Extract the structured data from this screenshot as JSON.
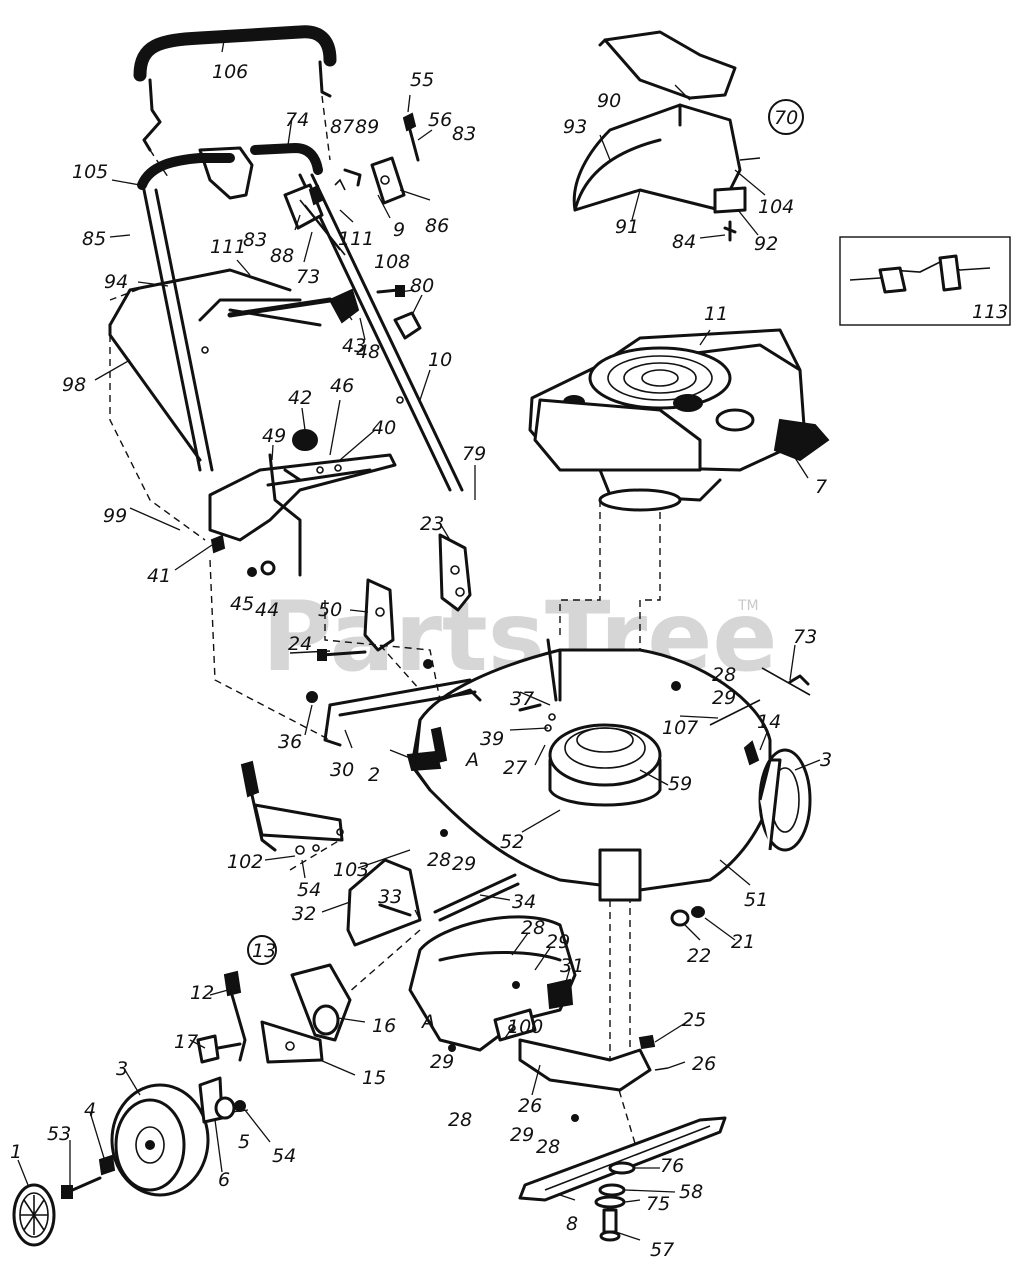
{
  "watermark": {
    "text": "PartsTree",
    "tm": "TM"
  },
  "callouts": [
    {
      "text": "106"
    },
    {
      "text": "55"
    },
    {
      "text": "74"
    },
    {
      "text": "87"
    },
    {
      "text": "89"
    },
    {
      "text": "56"
    },
    {
      "text": "83"
    },
    {
      "text": "105"
    },
    {
      "text": "85"
    },
    {
      "text": "83"
    },
    {
      "text": "88"
    },
    {
      "text": "73"
    },
    {
      "text": "111"
    },
    {
      "text": "9"
    },
    {
      "text": "86"
    },
    {
      "text": "111"
    },
    {
      "text": "94"
    },
    {
      "text": "108"
    },
    {
      "text": "80"
    },
    {
      "text": "98"
    },
    {
      "text": "43"
    },
    {
      "text": "48"
    },
    {
      "text": "10"
    },
    {
      "text": "42"
    },
    {
      "text": "46"
    },
    {
      "text": "40"
    },
    {
      "text": "49"
    },
    {
      "text": "79"
    },
    {
      "text": "99"
    },
    {
      "text": "23"
    },
    {
      "text": "41"
    },
    {
      "text": "45"
    },
    {
      "text": "44"
    },
    {
      "text": "50"
    },
    {
      "text": "24"
    },
    {
      "text": "90"
    },
    {
      "text": "70"
    },
    {
      "text": "93"
    },
    {
      "text": "104"
    },
    {
      "text": "91"
    },
    {
      "text": "84"
    },
    {
      "text": "92"
    },
    {
      "text": "113"
    },
    {
      "text": "11"
    },
    {
      "text": "7"
    },
    {
      "text": "73"
    },
    {
      "text": "28"
    },
    {
      "text": "29"
    },
    {
      "text": "107"
    },
    {
      "text": "37"
    },
    {
      "text": "39"
    },
    {
      "text": "36"
    },
    {
      "text": "30"
    },
    {
      "text": "2"
    },
    {
      "text": "A"
    },
    {
      "text": "27"
    },
    {
      "text": "14"
    },
    {
      "text": "3"
    },
    {
      "text": "59"
    },
    {
      "text": "52"
    },
    {
      "text": "102"
    },
    {
      "text": "54"
    },
    {
      "text": "103"
    },
    {
      "text": "28"
    },
    {
      "text": "29"
    },
    {
      "text": "32"
    },
    {
      "text": "33"
    },
    {
      "text": "34"
    },
    {
      "text": "51"
    },
    {
      "text": "22"
    },
    {
      "text": "21"
    },
    {
      "text": "13"
    },
    {
      "text": "28"
    },
    {
      "text": "29"
    },
    {
      "text": "31"
    },
    {
      "text": "12"
    },
    {
      "text": "16"
    },
    {
      "text": "A"
    },
    {
      "text": "100"
    },
    {
      "text": "25"
    },
    {
      "text": "17"
    },
    {
      "text": "15"
    },
    {
      "text": "26"
    },
    {
      "text": "29"
    },
    {
      "text": "26"
    },
    {
      "text": "3"
    },
    {
      "text": "28"
    },
    {
      "text": "29"
    },
    {
      "text": "28"
    },
    {
      "text": "4"
    },
    {
      "text": "53"
    },
    {
      "text": "5"
    },
    {
      "text": "54"
    },
    {
      "text": "76"
    },
    {
      "text": "1"
    },
    {
      "text": "6"
    },
    {
      "text": "58"
    },
    {
      "text": "75"
    },
    {
      "text": "8"
    },
    {
      "text": "57"
    }
  ]
}
